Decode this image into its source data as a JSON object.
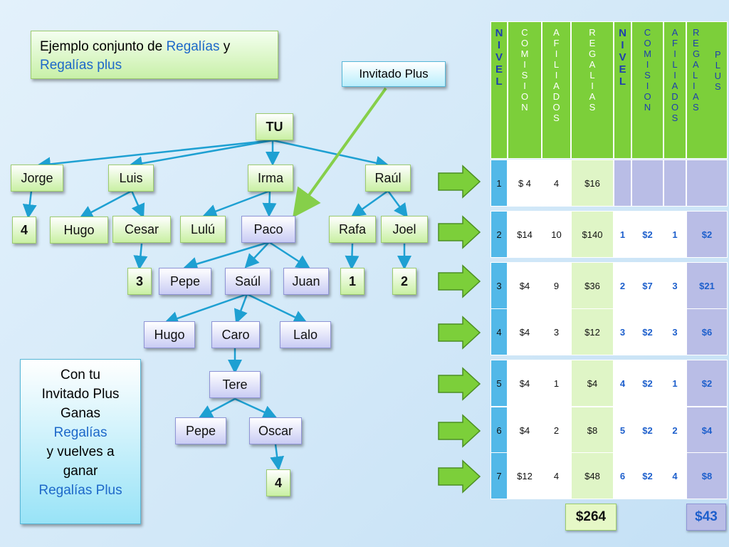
{
  "title": {
    "part1": "Ejemplo conjunto de ",
    "part2": "Regalías",
    "part3": " y",
    "part4": "Regalías plus"
  },
  "invitado_label": "Invitado Plus",
  "info": {
    "line1": "Con tu",
    "line2": "Invitado Plus",
    "line3": "Ganas",
    "line4": "Regalías",
    "line5": "y vuelves a",
    "line6": "ganar",
    "line7": "Regalías Plus"
  },
  "tree": {
    "tu": "TU",
    "jorge": "Jorge",
    "luis": "Luis",
    "irma": "Irma",
    "raul": "Raúl",
    "hugo1": "Hugo",
    "cesar": "Cesar",
    "lulu": "Lulú",
    "paco": "Paco",
    "rafa": "Rafa",
    "joel": "Joel",
    "pepe1": "Pepe",
    "saul": "Saúl",
    "juan": "Juan",
    "hugo2": "Hugo",
    "caro": "Caro",
    "lalo": "Lalo",
    "tere": "Tere",
    "pepe2": "Pepe",
    "oscar": "Oscar",
    "n_jorge": "4",
    "n_cesar": "3",
    "n_rafa": "1",
    "n_joel": "2",
    "n_oscar": "4"
  },
  "table": {
    "headers": [
      "N\nI\nV\nE\nL",
      "C\nO\nM\nI\nS\nI\nO\nN",
      "A\nF\nI\nL\nI\nA\nD\nO\nS",
      "R\nE\nG\nA\nL\nI\nA\nS",
      "N\nI\nV\nE\nL",
      "C\nO\nM\nI\nS\nI\nO\nN",
      "A\nF\nI\nL\nI\nA\nD\nO\nS",
      "R\nE\nG\nA\nL\nI\nA\nS",
      "P\nL\nU\nS"
    ],
    "rows": [
      [
        "1",
        "$ 4",
        "4",
        "$16",
        "",
        "",
        "",
        ""
      ],
      [
        "2",
        "$14",
        "10",
        "$140",
        "1",
        "$2",
        "1",
        "$2"
      ],
      [
        "3",
        "$4",
        "9",
        "$36",
        "2",
        "$7",
        "3",
        "$21"
      ],
      [
        "4",
        "$4",
        "3",
        "$12",
        "3",
        "$2",
        "3",
        "$6"
      ],
      [
        "5",
        "$4",
        "1",
        "$4",
        "4",
        "$2",
        "1",
        "$2"
      ],
      [
        "6",
        "$4",
        "2",
        "$8",
        "5",
        "$2",
        "2",
        "$4"
      ],
      [
        "7",
        "$12",
        "4",
        "$48",
        "6",
        "$2",
        "4",
        "$8"
      ]
    ],
    "total_regalias": "$264",
    "total_plus": "$43"
  },
  "colors": {
    "table_green": "#7ccf3a",
    "nivel_blue": "#52b8e8",
    "plus_purple": "#b9bde6",
    "accent_blue": "#1d68c9",
    "arrow_green": "#7ccf3a"
  }
}
